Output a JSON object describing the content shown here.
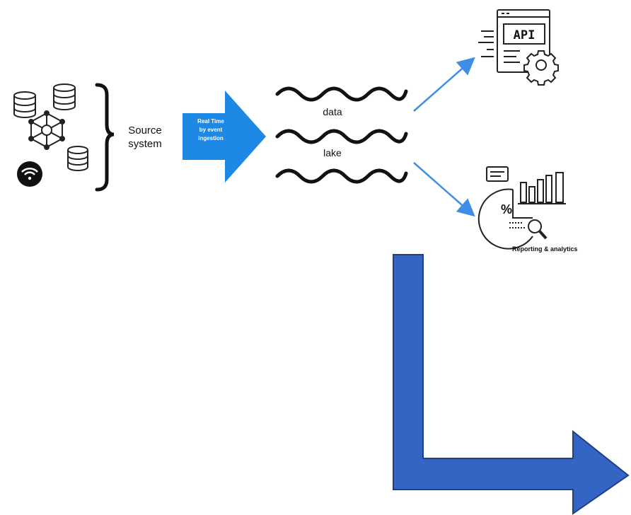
{
  "diagram": {
    "source": {
      "label_line1": "Source",
      "label_line2": "system"
    },
    "ingestion": {
      "line1": "Real Time",
      "line2": "by event",
      "line3": "ingestion",
      "color": "#1e88e5"
    },
    "lake": {
      "word1": "data",
      "word2": "lake"
    },
    "api": {
      "text": "API"
    },
    "reporting": {
      "label": "Reporting & analytics"
    },
    "colors": {
      "flow_arrow": "#3e8ee8",
      "big_arrow": "#3565c4",
      "big_arrow_outline": "#1f3f8a",
      "ink": "#111111"
    },
    "icons": [
      "database-icon",
      "network-graph-icon",
      "wifi-icon",
      "brace-icon",
      "waves-icon",
      "api-gear-icon",
      "analytics-report-icon"
    ]
  }
}
